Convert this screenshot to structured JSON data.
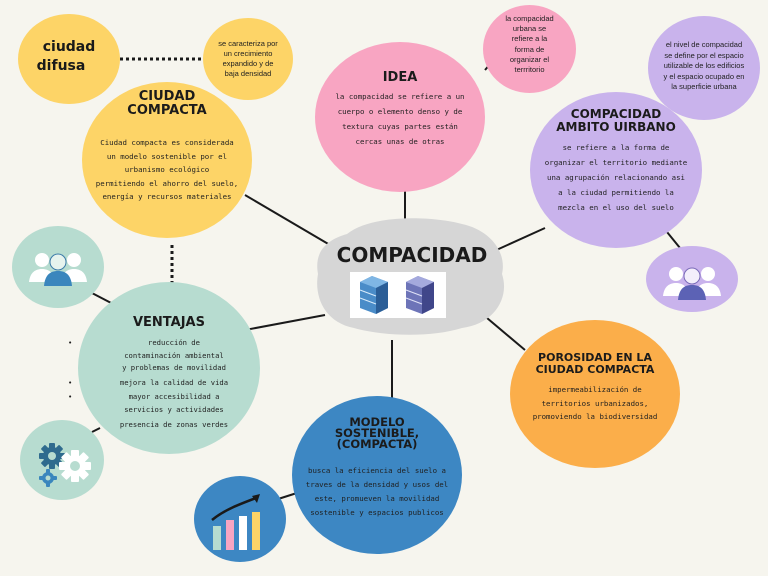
{
  "center": {
    "title": "COMPACIDAD"
  },
  "ciudad_difusa": {
    "label_line1": "ciudad",
    "label_line2": "difusa"
  },
  "difusa_desc": {
    "lines": [
      "se caracteriza por",
      "un crecimiento",
      "expandido y de",
      "baja densidad"
    ]
  },
  "ciudad_compacta": {
    "title_line1": "CIUDAD",
    "title_line2": "COMPACTA",
    "body": [
      "Ciudad compacta es considerada",
      "un modelo sostenible por el",
      "urbanismo ecológico",
      "permitiendo el ahorro del suelo,",
      "energía y recursos materiales"
    ]
  },
  "idea": {
    "title": "IDEA",
    "body": [
      "la compacidad se refiere a un",
      "cuerpo o elemento denso y de",
      "textura cuyas partes están",
      "cercas unas de otras"
    ]
  },
  "compacidad_urbana": {
    "lines": [
      "la compacidad",
      "urbana se",
      "refiere a la",
      "forma de",
      "organizar el",
      "terrritorio"
    ]
  },
  "nivel_compacidad": {
    "lines": [
      "el nivel de compacidad",
      "se define por el espacio",
      "utilizable de los edificios",
      "y el espacio ocupado en",
      "la superficie urbana"
    ]
  },
  "ambito_urbano": {
    "title_line1": "COMPACIDAD",
    "title_line2": "AMBITO UIRBANO",
    "body": [
      "se refiere a la forma de",
      "organizar el territorio mediante",
      "una agrupación relacionando asi",
      "a la ciudad permitiendo la",
      "mezcla en el uso del suelo"
    ]
  },
  "ventajas": {
    "title": "VENTAJAS",
    "items": [
      {
        "lines": [
          "reducción de",
          "contaminación ambiental",
          "y problemas de movilidad"
        ]
      },
      {
        "lines": [
          "mejora la calidad de vida"
        ]
      },
      {
        "lines": [
          "mayor accesibilidad a",
          "servicios y actividades"
        ]
      },
      {
        "lines": [
          "presencia de zonas verdes"
        ]
      }
    ]
  },
  "porosidad": {
    "title_line1": "POROSIDAD EN LA",
    "title_line2": "CIUDAD COMPACTA",
    "body": [
      "impermeabilización de",
      "territorios urbanizados,",
      "promoviendo la biodiversidad"
    ]
  },
  "modelo": {
    "title_line1": "MODELO",
    "title_line2": "SOSTENIBLE,",
    "title_line3": "(COMPACTA)",
    "body": [
      "busca la eficiencia del suelo a",
      "traves de la densidad y usos del",
      "este, promueven la movilidad",
      "sostenible y espacios publicos"
    ]
  },
  "icons": [
    "people-icon",
    "people-icon",
    "gears-icon",
    "growth-chart-icon",
    "cubes-icon"
  ],
  "colors": {
    "background": "#f6f5ee",
    "yellow": "#fdd467",
    "pink": "#f8a5c2",
    "lavender": "#c9b3ec",
    "orange": "#fbae4a",
    "mint": "#b7dcd0",
    "blue": "#3d87c3",
    "cloud": "#d6d6d6"
  }
}
